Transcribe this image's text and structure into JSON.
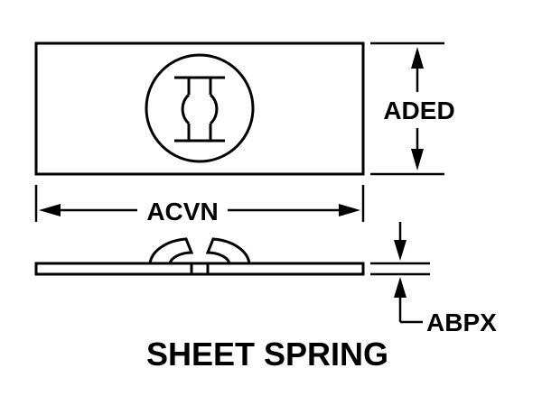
{
  "diagram": {
    "title": "SHEET SPRING",
    "dimensions": {
      "height": "ADED",
      "width": "ACVN",
      "thickness": "ABPX"
    },
    "colors": {
      "line": "#000000",
      "background": "#ffffff"
    }
  }
}
